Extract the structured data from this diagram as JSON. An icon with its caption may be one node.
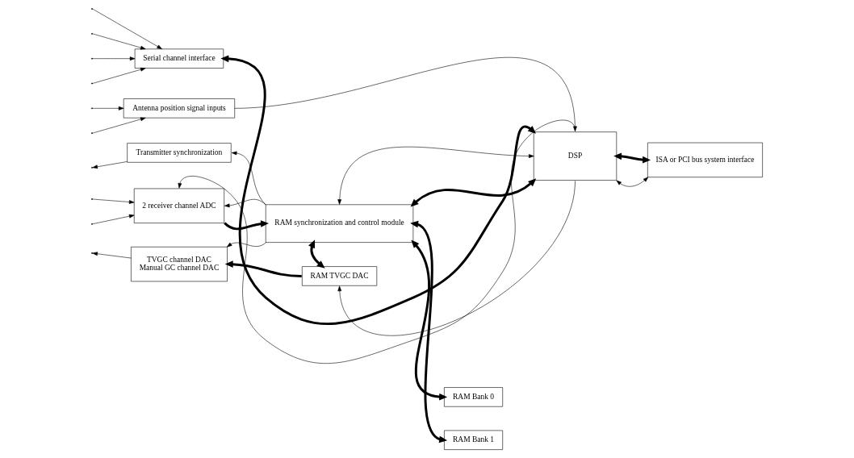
{
  "diagram": {
    "nodes": [
      {
        "text": [
          "Serial channel interface"
        ]
      },
      {
        "text": [
          "Antenna position signal inputs"
        ]
      },
      {
        "text": [
          "Transmitter synchronization"
        ]
      },
      {
        "text": [
          "2 receiver channel ADC"
        ]
      },
      {
        "text": [
          "RAM synchronization and control module"
        ]
      },
      {
        "text": [
          "DSP"
        ]
      },
      {
        "text": [
          "TVGC channel DAC",
          "Manual GC channel DAC"
        ]
      },
      {
        "text": [
          "RAM TVGC DAC"
        ]
      },
      {
        "text": [
          "RAM Bank 0"
        ]
      },
      {
        "text": [
          "RAM Bank 1"
        ]
      },
      {
        "text": [
          "ISA or PCI bus system interface"
        ]
      }
    ],
    "edges": [
      {
        "from": null,
        "to": 0,
        "arrow": "to"
      },
      {
        "from": null,
        "to": 0,
        "arrow": "to"
      },
      {
        "from": null,
        "to": 0,
        "arrow": "to"
      },
      {
        "from": null,
        "to": 0,
        "arrow": "to"
      },
      {
        "from": null,
        "to": 1,
        "arrow": "to"
      },
      {
        "from": null,
        "to": 1,
        "arrow": "to"
      },
      {
        "from": 2,
        "to": null,
        "arrow": "to"
      },
      {
        "from": null,
        "to": 3,
        "arrow": "to"
      },
      {
        "from": null,
        "to": 3,
        "arrow": "to"
      },
      {
        "from": 6,
        "to": null,
        "arrow": "to"
      },
      {
        "from": 5,
        "to": 0,
        "arrow": "both",
        "style": "thick"
      },
      {
        "from": 1,
        "to": 5,
        "arrow": "to"
      },
      {
        "from": 4,
        "to": 2,
        "arrow": "to"
      },
      {
        "from": 5,
        "to": 3,
        "arrow": "to"
      },
      {
        "from": 4,
        "to": 3,
        "arrow": "to"
      },
      {
        "from": 3,
        "to": 4,
        "arrow": "to",
        "style": "thick"
      },
      {
        "from": 4,
        "to": 6,
        "arrow": "to"
      },
      {
        "from": 7,
        "to": 6,
        "arrow": "to",
        "style": "thick"
      },
      {
        "from": 4,
        "to": 5,
        "arrow": "both"
      },
      {
        "from": 4,
        "to": 5,
        "arrow": "both",
        "style": "thick"
      },
      {
        "from": 4,
        "to": 7,
        "arrow": "both",
        "style": "thick"
      },
      {
        "from": 4,
        "to": 8,
        "arrow": "both",
        "style": "thick"
      },
      {
        "from": 4,
        "to": 9,
        "arrow": "both",
        "style": "thick"
      },
      {
        "from": 5,
        "to": 10,
        "arrow": "both",
        "style": "thick"
      },
      {
        "from": 5,
        "to": 10,
        "arrow": "both"
      },
      {
        "from": 5,
        "to": 7,
        "arrow": "to"
      }
    ]
  }
}
